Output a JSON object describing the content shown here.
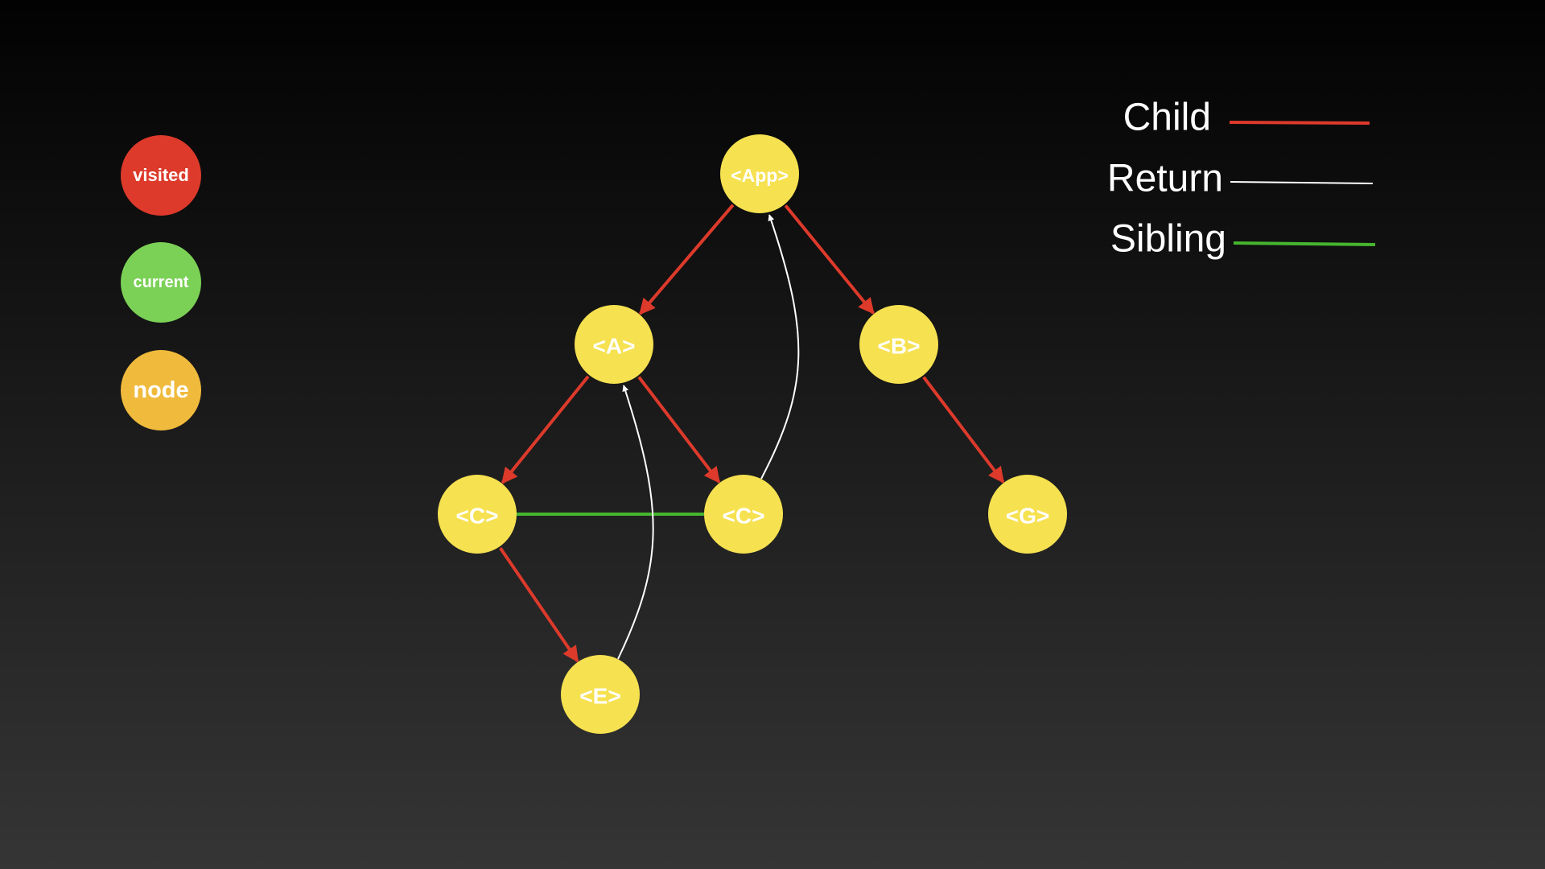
{
  "colors": {
    "visited": "#dd3a2b",
    "current": "#7bd156",
    "node": "#f0ba3c",
    "tree_node": "#f6e150",
    "child_edge": "#dd3a2b",
    "return_edge": "#ffffff",
    "sibling_edge": "#46b52f"
  },
  "state_legend": {
    "visited": "visited",
    "current": "current",
    "node": "node"
  },
  "edge_legend": {
    "child": "Child",
    "return": "Return",
    "sibling": "Sibling"
  },
  "tree": {
    "nodes": [
      {
        "id": "app",
        "label": "<App>"
      },
      {
        "id": "a",
        "label": "<A>"
      },
      {
        "id": "b",
        "label": "<B>"
      },
      {
        "id": "c1",
        "label": "<C>"
      },
      {
        "id": "c2",
        "label": "<C>"
      },
      {
        "id": "g",
        "label": "<G>"
      },
      {
        "id": "e",
        "label": "<E>"
      }
    ],
    "edges": [
      {
        "from": "app",
        "to": "a",
        "type": "child"
      },
      {
        "from": "app",
        "to": "b",
        "type": "child"
      },
      {
        "from": "a",
        "to": "c1",
        "type": "child"
      },
      {
        "from": "a",
        "to": "c2",
        "type": "child"
      },
      {
        "from": "b",
        "to": "g",
        "type": "child"
      },
      {
        "from": "c1",
        "to": "e",
        "type": "child"
      },
      {
        "from": "c1",
        "to": "c2",
        "type": "sibling"
      },
      {
        "from": "e",
        "to": "a",
        "type": "return"
      },
      {
        "from": "c2",
        "to": "app",
        "type": "return"
      }
    ]
  }
}
